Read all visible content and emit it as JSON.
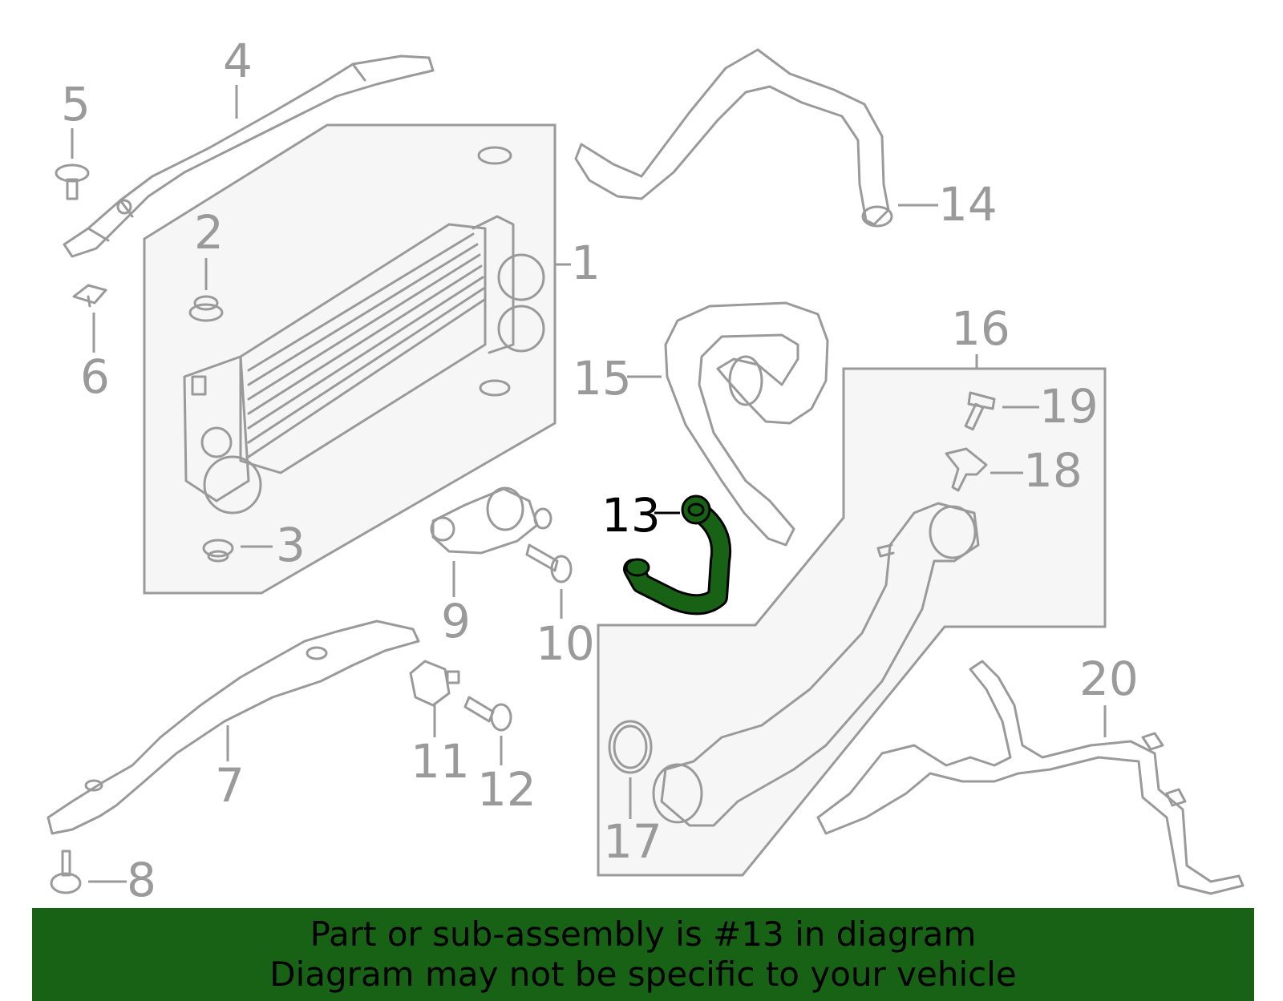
{
  "callouts": [
    {
      "id": "1",
      "label": "1"
    },
    {
      "id": "2",
      "label": "2"
    },
    {
      "id": "3",
      "label": "3"
    },
    {
      "id": "4",
      "label": "4"
    },
    {
      "id": "5",
      "label": "5"
    },
    {
      "id": "6",
      "label": "6"
    },
    {
      "id": "7",
      "label": "7"
    },
    {
      "id": "8",
      "label": "8"
    },
    {
      "id": "9",
      "label": "9"
    },
    {
      "id": "10",
      "label": "10"
    },
    {
      "id": "11",
      "label": "11"
    },
    {
      "id": "12",
      "label": "12"
    },
    {
      "id": "13",
      "label": "13"
    },
    {
      "id": "14",
      "label": "14"
    },
    {
      "id": "15",
      "label": "15"
    },
    {
      "id": "16",
      "label": "16"
    },
    {
      "id": "17",
      "label": "17"
    },
    {
      "id": "18",
      "label": "18"
    },
    {
      "id": "19",
      "label": "19"
    },
    {
      "id": "20",
      "label": "20"
    }
  ],
  "highlighted_part": "13",
  "colors": {
    "highlight_part": "#176214",
    "banner": "#176214",
    "parts_stroke": "#9a9a9a",
    "panel_fill": "#f6f6f6"
  },
  "banner": {
    "line1": "Part or sub-assembly is #13 in diagram",
    "line2": "Diagram may not be specific to your vehicle"
  }
}
